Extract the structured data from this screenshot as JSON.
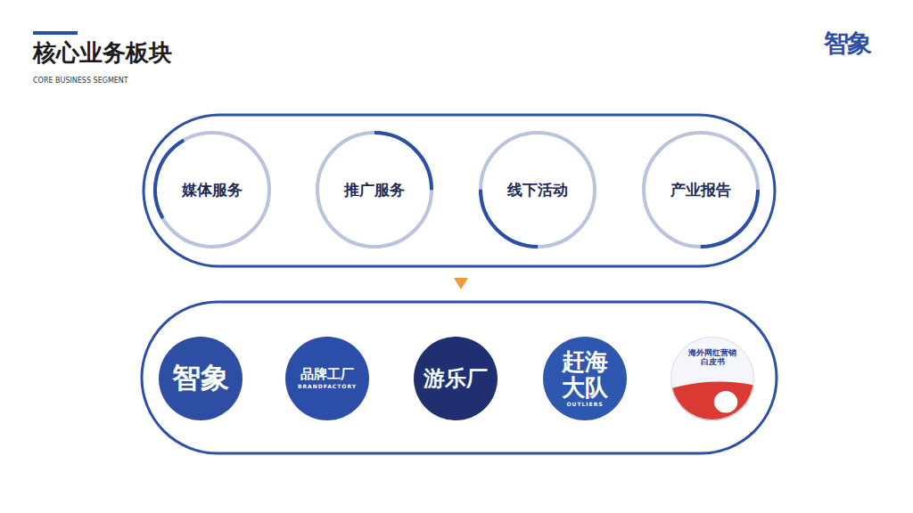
{
  "diagram": {
    "title": "核心业务板块",
    "nodes": [
      {
        "text": [
          "媒体服务"
        ]
      },
      {
        "text": [
          "推广服务"
        ]
      },
      {
        "text": [
          "线下活动"
        ]
      },
      {
        "text": [
          "产业报告"
        ]
      },
      {
        "text": [
          "智象"
        ]
      },
      {
        "text": [
          "品牌工厂",
          "BRANDFACTORY"
        ]
      },
      {
        "text": [
          "游乐厂"
        ]
      },
      {
        "text": [
          "赶海大队",
          "OUTLIERS"
        ]
      },
      {
        "text": [
          "海外网红营销 白皮书"
        ]
      }
    ],
    "labels": [
      "CORE BUSINESS SEGMENT",
      "智象"
    ]
  }
}
